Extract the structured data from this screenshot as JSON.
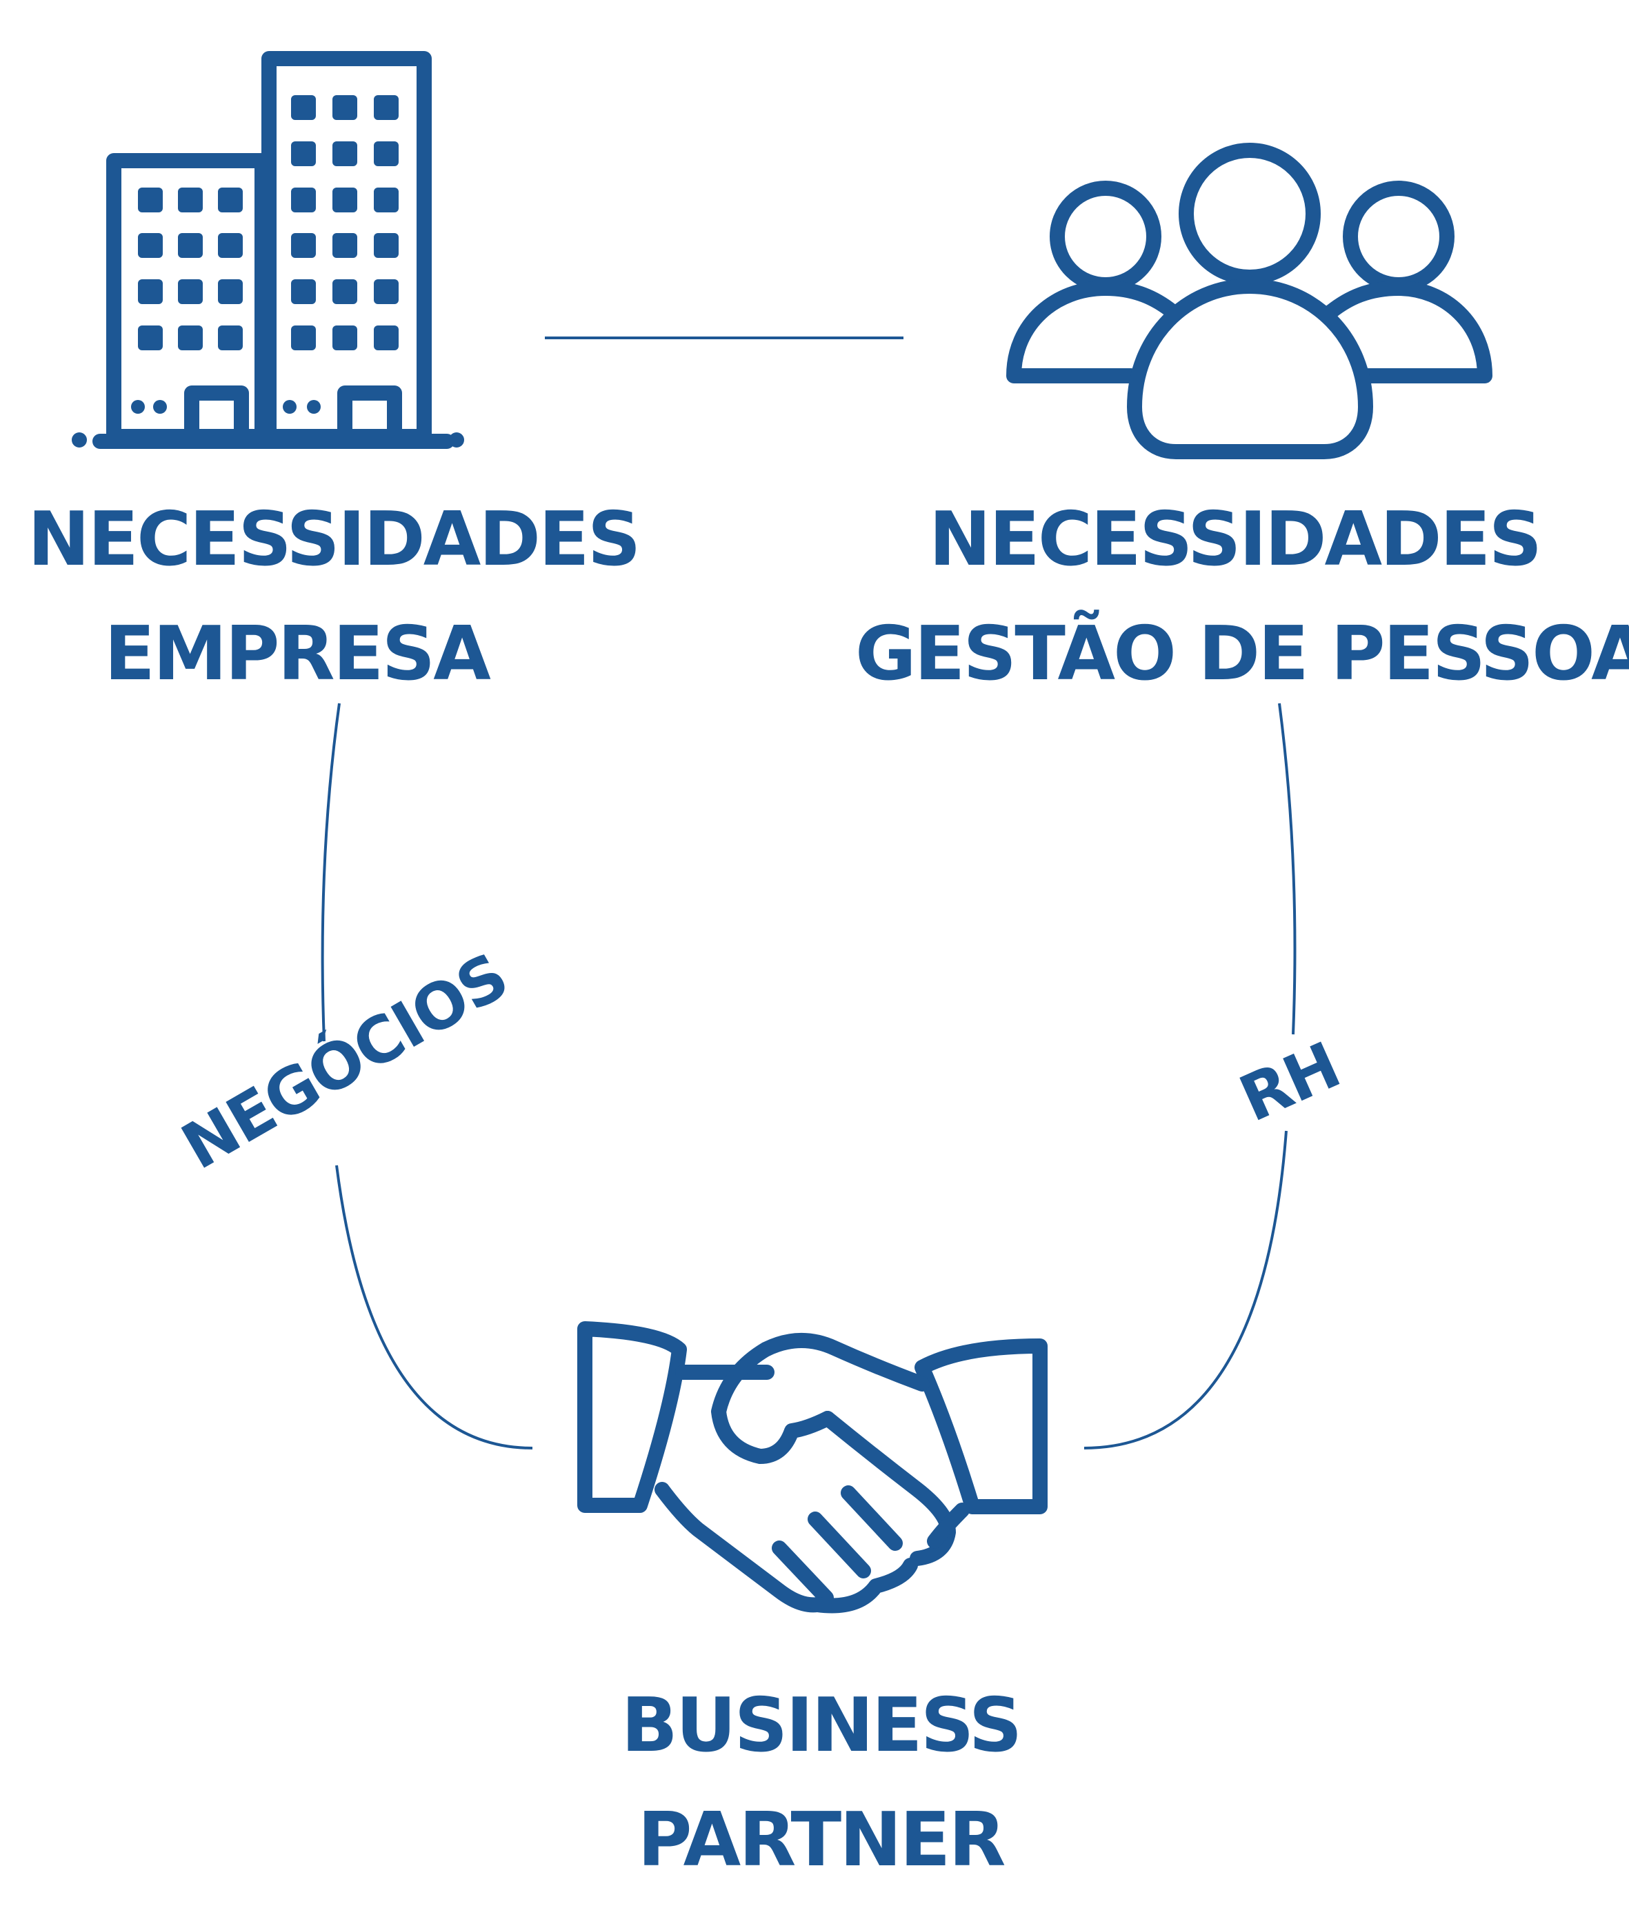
{
  "colors": {
    "primary": "#1d5794"
  },
  "nodes": {
    "empresa": {
      "icon": "office-building-icon",
      "line1": "NECESSIDADES",
      "line2": "EMPRESA"
    },
    "pessoas": {
      "icon": "people-group-icon",
      "line1": "NECESSIDADES",
      "line2": "GESTÃO DE PESSOAS"
    },
    "business_partner": {
      "icon": "handshake-icon",
      "line1": "BUSINESS",
      "line2": "PARTNER"
    }
  },
  "edges": {
    "negocios": "NEGÓCIOS",
    "rh": "RH"
  }
}
